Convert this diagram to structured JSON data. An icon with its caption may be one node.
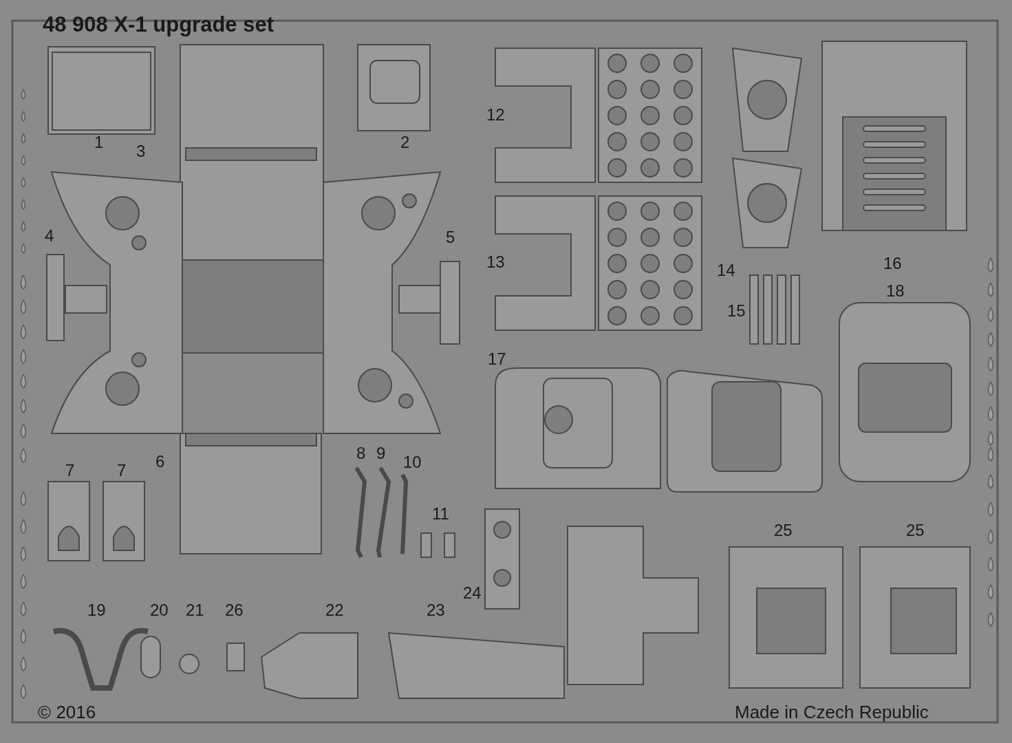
{
  "diagram": {
    "title": "48 908 X-1 upgrade set",
    "labels": [
      "12",
      "1",
      "2",
      "3",
      "4",
      "5",
      "13",
      "16",
      "14",
      "18",
      "15",
      "17",
      "8",
      "9",
      "6",
      "10",
      "7",
      "7",
      "11",
      "25",
      "25",
      "24",
      "19",
      "20",
      "21",
      "26",
      "22",
      "23",
      "© 2016",
      "Made in Czech Republic"
    ]
  }
}
